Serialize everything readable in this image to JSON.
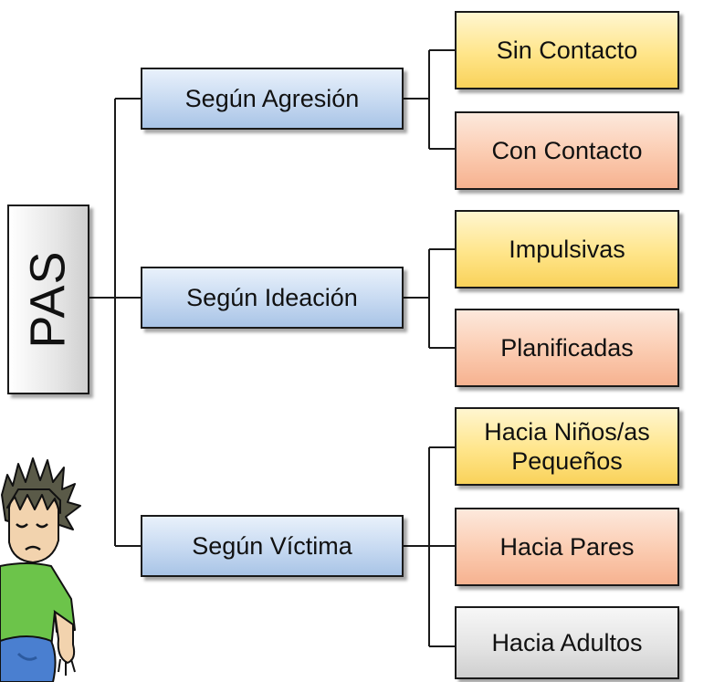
{
  "root": {
    "label": "PAS"
  },
  "categories": [
    {
      "label": "Según Agresión",
      "children": [
        "Sin Contacto",
        "Con Contacto"
      ]
    },
    {
      "label": "Según Ideación",
      "children": [
        "Impulsivas",
        "Planificadas"
      ]
    },
    {
      "label": "Según Víctima",
      "children": [
        "Hacia Niños/as Pequeños",
        "Hacia Pares",
        "Hacia Adultos"
      ]
    }
  ],
  "colors": {
    "category": "#c6d9f1",
    "leaf_yellow": "#ffe58a",
    "leaf_orange": "#fbcbb0",
    "leaf_gray": "#e2e2e2",
    "line": "#1a1a1a"
  }
}
